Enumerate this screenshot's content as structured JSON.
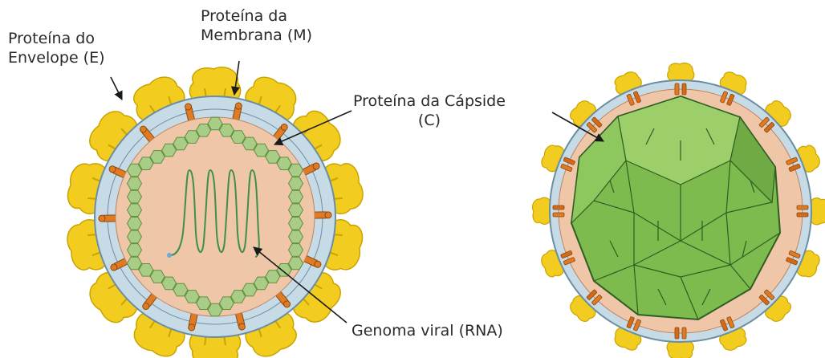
{
  "labels": {
    "envelope_protein": {
      "line1": "Proteína do",
      "line2": "Envelope (E)"
    },
    "membrane_protein": {
      "line1": "Proteína da",
      "line2": "Membrana (M)"
    },
    "capsid_protein": {
      "line1": "Proteína da Cápside",
      "line2": "(C)"
    },
    "genome": {
      "text": "Genoma viral (RNA)"
    }
  },
  "colors": {
    "envelope_protein": "#f2cc1e",
    "envelope_protein_outline": "#c9a400",
    "membrane_protein": "#e07b24",
    "lipid_bilayer": "#c7dbe7",
    "matrix": "#f0c6a8",
    "capsid_subunit": "#a9cd87",
    "capsid_shell": "#7dbb4e",
    "rna": "#3f8f4a",
    "pointer": "#1a1a1a"
  }
}
